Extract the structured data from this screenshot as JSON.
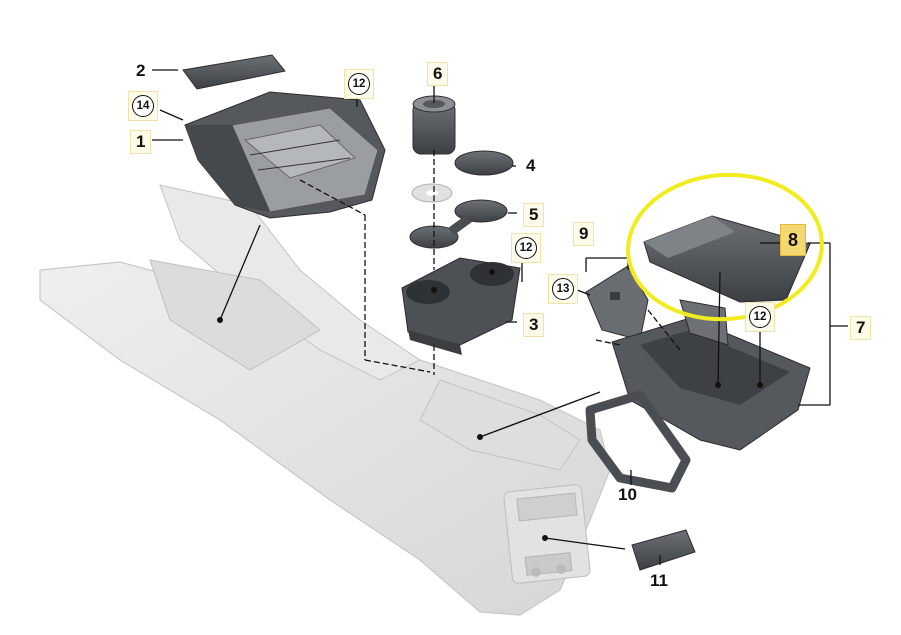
{
  "callouts": {
    "c1": "1",
    "c2": "2",
    "c3": "3",
    "c4": "4",
    "c5": "5",
    "c6": "6",
    "c7": "7",
    "c8": "8",
    "c9": "9",
    "c10": "10",
    "c11": "11",
    "c12a": "12",
    "c12b": "12",
    "c12c": "12",
    "c13": "13",
    "c14": "14"
  },
  "colors": {
    "highlight_ellipse": "#f2ec1e",
    "highlight_label": "#f6d873",
    "part_dark": "#5a5e62",
    "console_light": "#e4e4e4"
  }
}
